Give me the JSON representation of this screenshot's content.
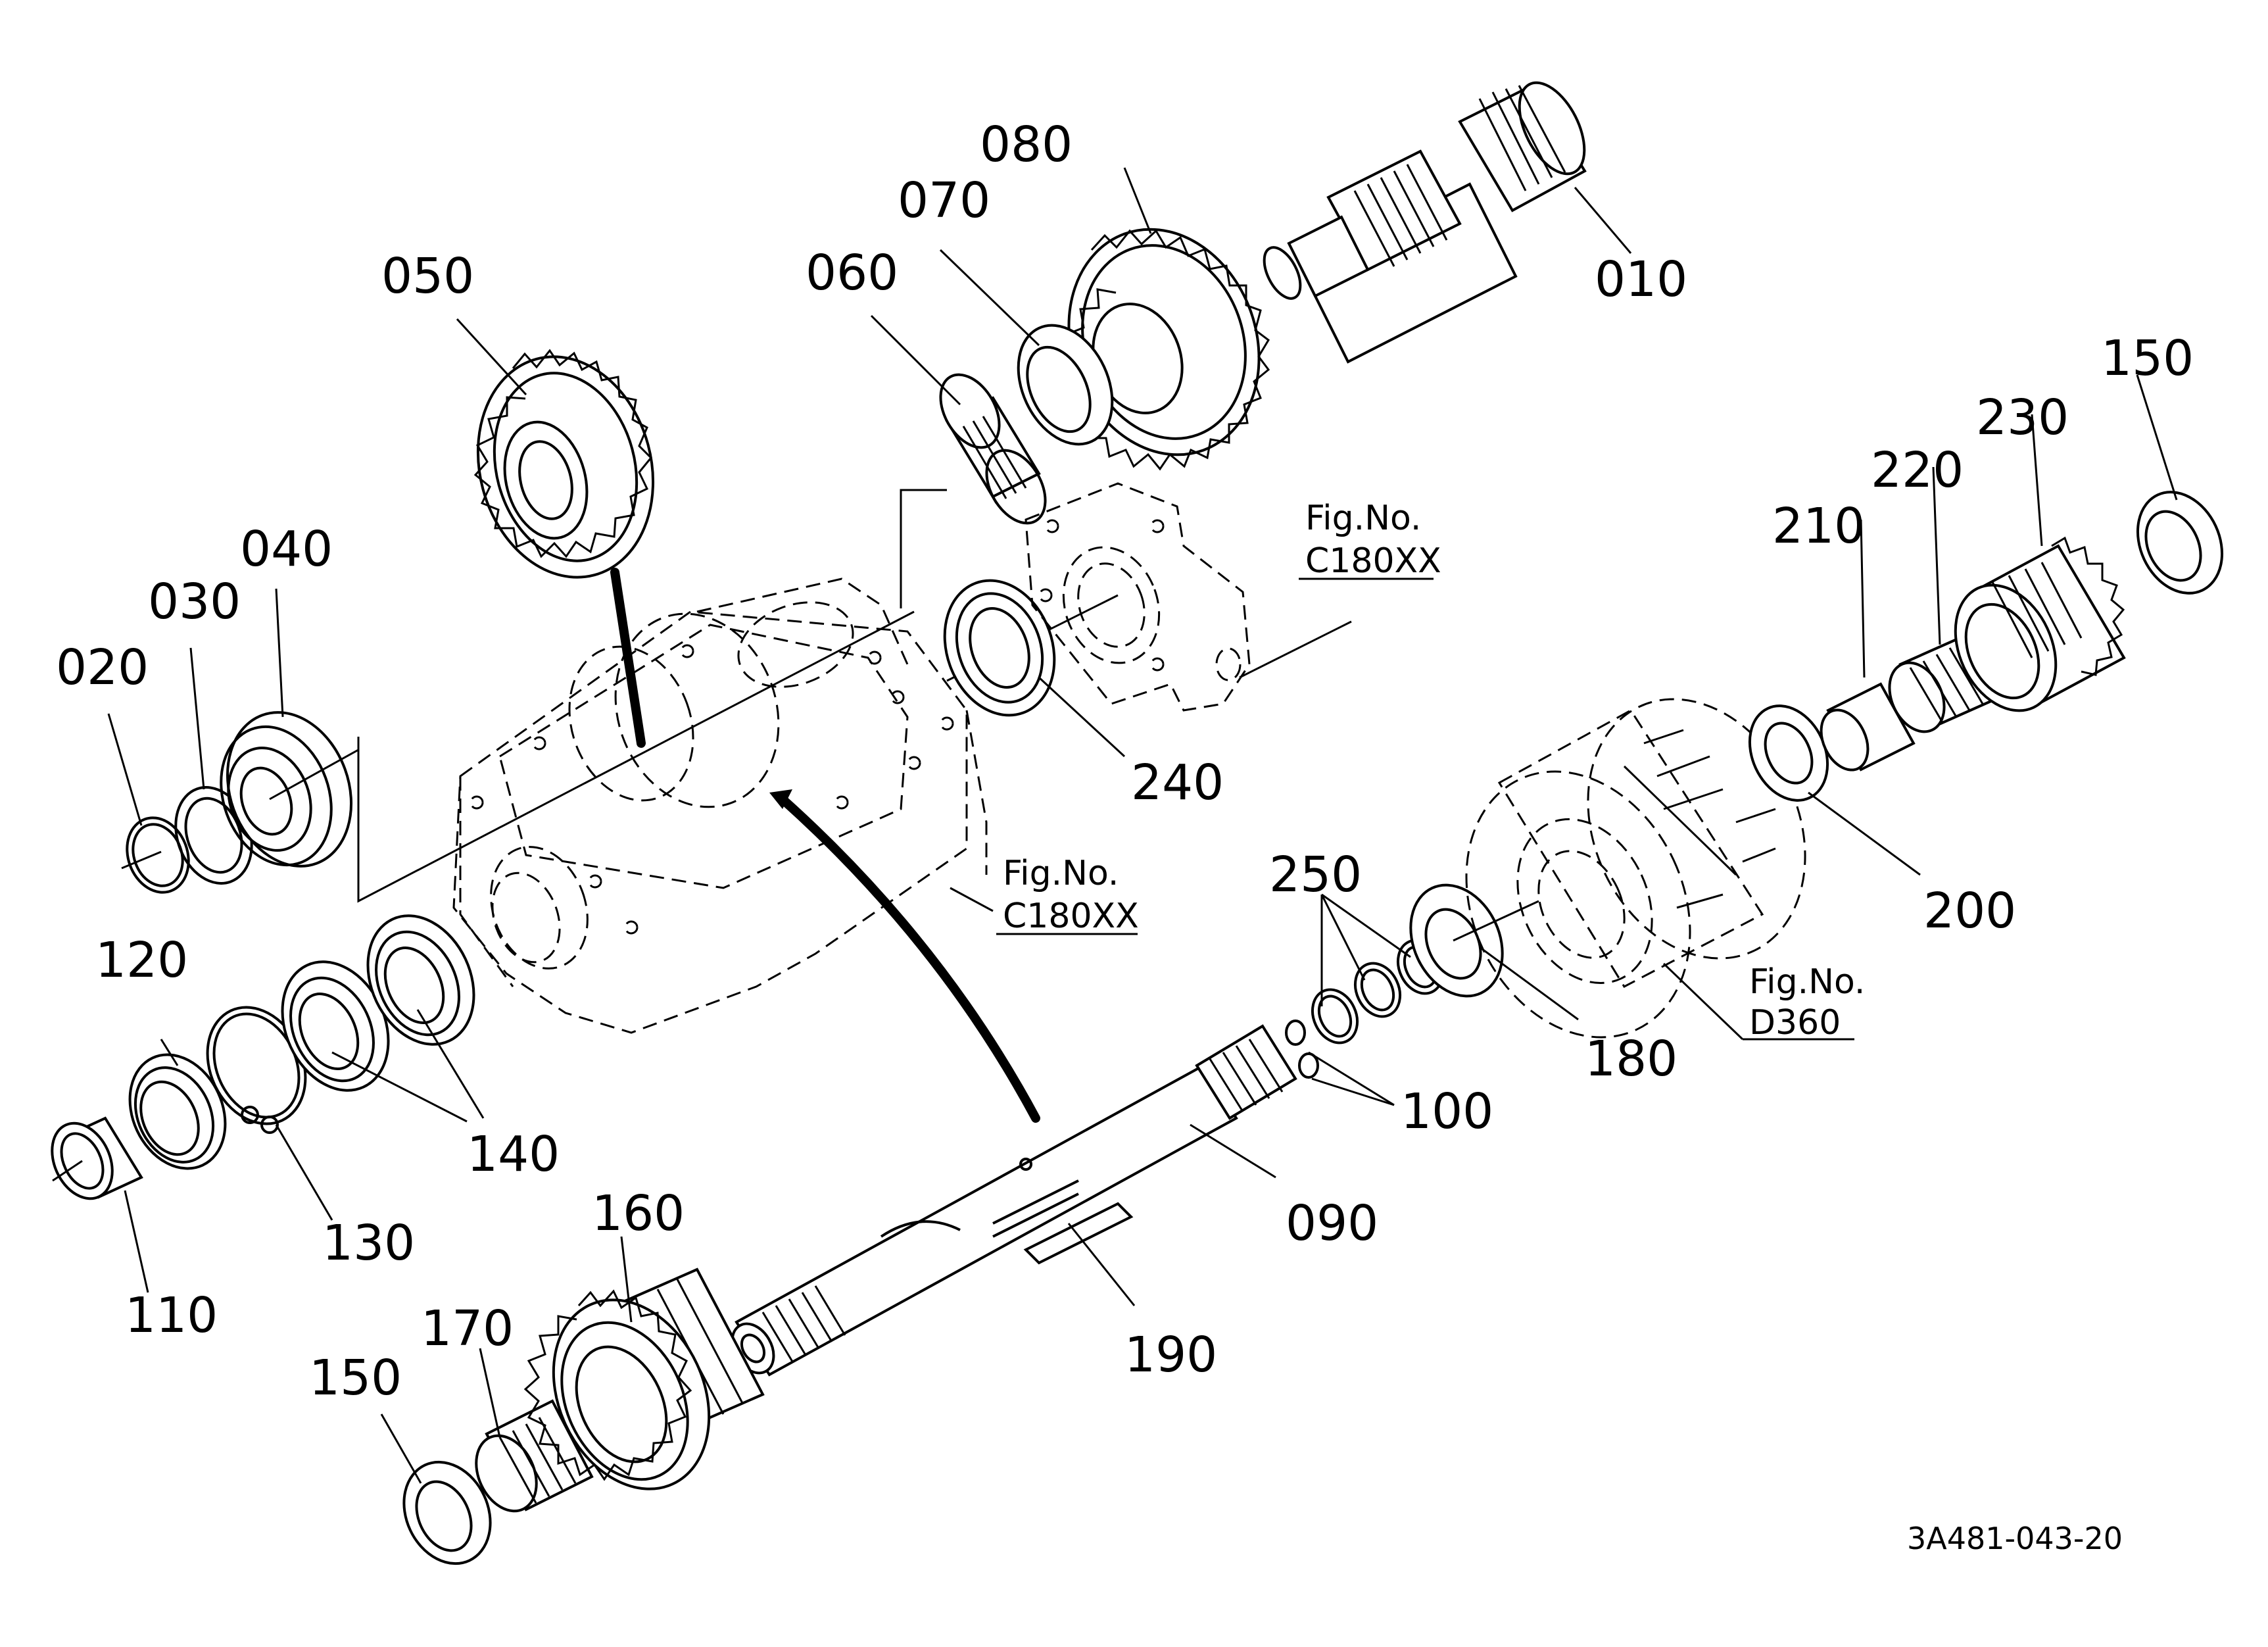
{
  "parts": {
    "p010": "010",
    "p020": "020",
    "p030": "030",
    "p040": "040",
    "p050": "050",
    "p060": "060",
    "p070": "070",
    "p080": "080",
    "p090": "090",
    "p100": "100",
    "p110": "110",
    "p120": "120",
    "p130": "130",
    "p140": "140",
    "p150a": "150",
    "p150b": "150",
    "p160": "160",
    "p170": "170",
    "p180": "180",
    "p190": "190",
    "p200": "200",
    "p210": "210",
    "p220": "220",
    "p230": "230",
    "p240": "240",
    "p250": "250"
  },
  "fig_refs": {
    "ref1": {
      "line1": "Fig.No.",
      "line2": "C180XX"
    },
    "ref2": {
      "line1": "Fig.No.",
      "line2": "C180XX"
    },
    "ref3": {
      "line1": "Fig.No.",
      "line2": "D360"
    }
  },
  "drawing_number": "3A481-043-20"
}
